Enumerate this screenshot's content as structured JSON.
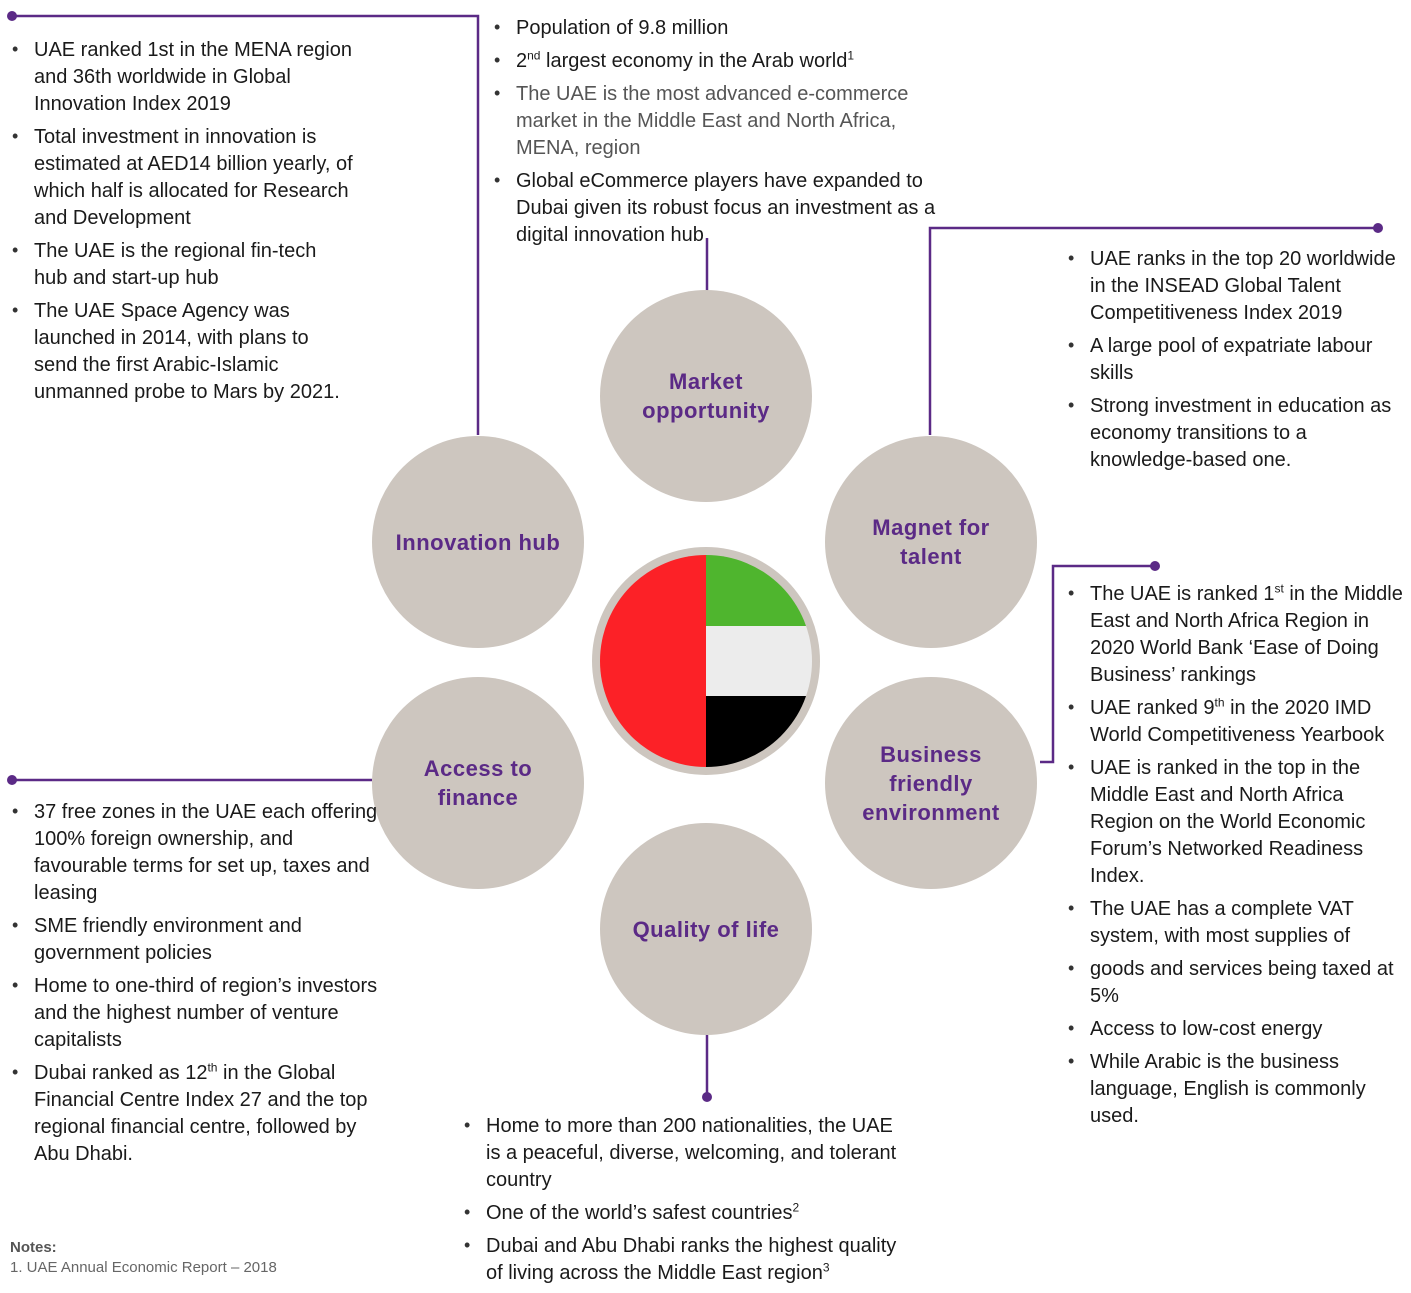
{
  "colors": {
    "accent": "#5b2a86",
    "circle_fill": "#cdc6bf",
    "flag_red": "#fc2127",
    "flag_green": "#4fb52e",
    "flag_white": "#ececec",
    "flag_black": "#000000"
  },
  "hubs": {
    "market": "Market opportunity",
    "innovation": "Innovation hub",
    "talent": "Magnet for talent",
    "finance": "Access to finance",
    "business": "Business friendly environment",
    "quality": "Quality of life"
  },
  "market": {
    "b1": "Population of 9.8 million",
    "b2_pre": "2",
    "b2_sup": "nd",
    "b2_post": " largest economy in the Arab world",
    "b2_note": "1",
    "b3": "The UAE is the most advanced e-commerce market in the Middle East and North Africa, MENA,  region",
    "b4": "Global eCommerce players have expanded to Dubai given its robust focus an investment as a digital innovation hub"
  },
  "innovation": {
    "b1": "UAE ranked 1st in the MENA region and 36th worldwide in Global Innovation Index 2019",
    "b2": "Total investment in innovation is estimated at AED14 billion yearly, of which half is allocated for Research and Development",
    "b3": "The UAE is the regional fin-tech hub and start-up hub",
    "b4": "The UAE Space Agency was launched in 2014, with plans to send the first Arabic-Islamic unmanned probe to Mars by 2021."
  },
  "talent": {
    "b1": "UAE ranks in the top 20 worldwide in the INSEAD Global Talent Competitiveness Index 2019",
    "b2": "A large pool of expatriate labour skills",
    "b3": "Strong investment in education as economy transitions to a knowledge-based one."
  },
  "business": {
    "b1_pre": "The UAE is ranked 1",
    "b1_sup": "st",
    "b1_post": " in the Middle East and North Africa Region in 2020 World Bank ‘Ease of Doing Business’ rankings",
    "b2_pre": "UAE ranked 9",
    "b2_sup": "th",
    "b2_post": " in the 2020 IMD World Competitiveness Yearbook",
    "b3": "UAE is ranked in the top in the Middle East and North Africa Region on the World Economic Forum’s Networked Readiness Index.",
    "b4": "The UAE has a complete VAT system, with most supplies of",
    "b5": "goods and services being taxed at 5%",
    "b6": "Access to low-cost energy",
    "b7": "While Arabic is the business language, English is commonly used."
  },
  "finance": {
    "b1": "37 free zones in the UAE each offering 100% foreign ownership, and favourable terms for set up, taxes and leasing",
    "b2": "SME friendly environment and government policies",
    "b3": "Home to one-third of region’s investors and the highest number of venture capitalists",
    "b4_pre": "Dubai ranked as 12",
    "b4_sup": "th",
    "b4_post": " in the Global Financial Centre Index 27 and the top regional financial centre, followed by Abu Dhabi."
  },
  "quality": {
    "b1": "Home to more than 200 nationalities, the UAE is a peaceful, diverse, welcoming, and tolerant country",
    "b2": "One of the world’s safest countries",
    "b2_note": "2",
    "b3": "Dubai and Abu Dhabi ranks the highest quality of living across the Middle East region",
    "b3_note": "3"
  },
  "notes": {
    "heading": "Notes:",
    "n1": "1. UAE Annual Economic Report – 2018"
  }
}
